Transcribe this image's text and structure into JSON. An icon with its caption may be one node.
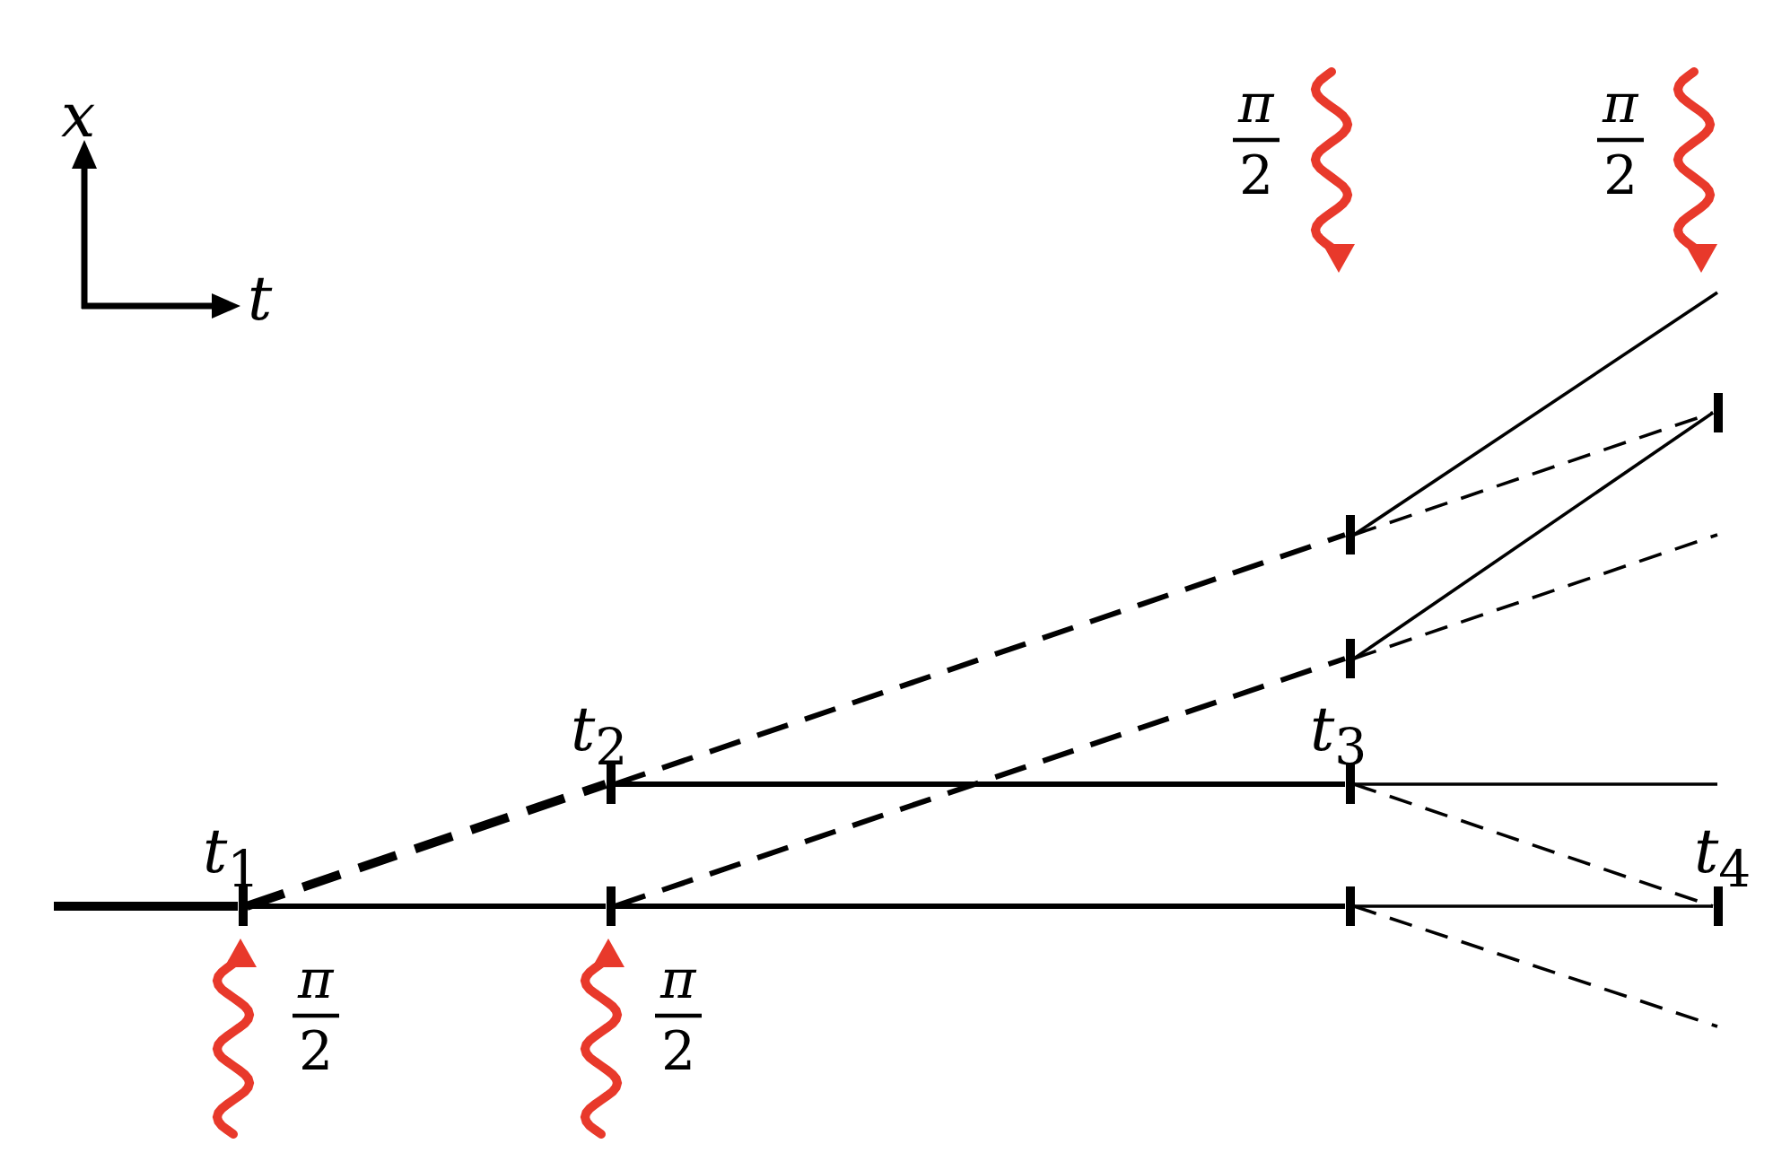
{
  "diagram": {
    "nodes": [
      {
        "text": [],
        "shape": "bar",
        "beside": [
          "*t*$_{1}$"
        ]
      },
      {
        "text": [],
        "shape": "bar",
        "beside": [
          "*t*$_{2}$"
        ]
      },
      {
        "text": [],
        "shape": "bar"
      },
      {
        "text": [],
        "shape": "bar"
      },
      {
        "text": [],
        "shape": "bar"
      },
      {
        "text": [],
        "shape": "bar",
        "beside": [
          "*t*$_{3}$"
        ]
      },
      {
        "text": [],
        "shape": "bar"
      },
      {
        "text": [],
        "shape": "bar"
      },
      {
        "text": [],
        "shape": "bar",
        "beside": [
          "*t*$_{4}$"
        ]
      }
    ],
    "edges": [
      {
        "from": null,
        "to": 0,
        "arrow": "none",
        "style": "thick"
      },
      {
        "from": 0,
        "to": 1,
        "arrow": "none",
        "style": "dashed"
      },
      {
        "from": 0,
        "to": 2,
        "arrow": "none"
      },
      {
        "from": 1,
        "to": 3,
        "arrow": "none",
        "style": "dashed"
      },
      {
        "from": 2,
        "to": 4,
        "arrow": "none",
        "style": "dashed"
      },
      {
        "from": 1,
        "to": 5,
        "arrow": "none"
      },
      {
        "from": 2,
        "to": 6,
        "arrow": "none"
      },
      {
        "from": 3,
        "to": null,
        "arrow": "none"
      },
      {
        "from": 3,
        "to": 7,
        "arrow": "none",
        "style": "dashed"
      },
      {
        "from": 4,
        "to": 7,
        "arrow": "none"
      },
      {
        "from": 4,
        "to": null,
        "arrow": "none",
        "style": "dashed"
      },
      {
        "from": 5,
        "to": null,
        "arrow": "none"
      },
      {
        "from": 5,
        "to": 8,
        "arrow": "none",
        "style": "dashed"
      },
      {
        "from": 6,
        "to": 8,
        "arrow": "none"
      },
      {
        "from": 6,
        "to": null,
        "arrow": "none",
        "style": "dashed"
      }
    ],
    "labels": [
      "x",
      "t",
      "π",
      "2",
      "π",
      "2",
      "π",
      "2",
      "π",
      "2"
    ]
  }
}
